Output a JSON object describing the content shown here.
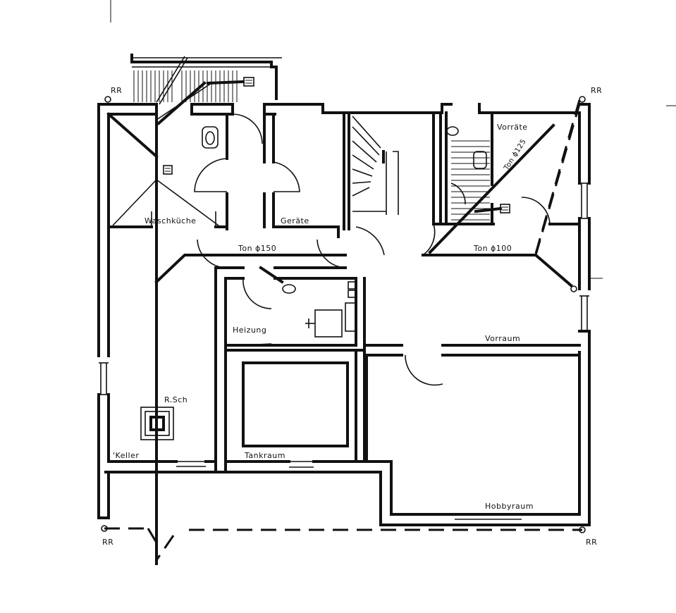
{
  "rooms": {
    "waschkueche": "Waschküche",
    "geraete": "Geräte",
    "vorraete": "Vorräte",
    "heizung": "Heizung",
    "vorraum": "Vorraum",
    "tankraum": "Tankraum",
    "keller": "'Keller",
    "hobbyraum": "Hobbyraum"
  },
  "pipes": {
    "ton_150": "Ton ϕ150",
    "ton_100": "Ton ϕ100",
    "ton_125": "Ton ϕ125"
  },
  "markers": {
    "rr_top_left": "RR",
    "rr_top_right": "RR",
    "rr_bottom_left": "RR",
    "rr_bottom_right": "RR",
    "r_sch": "R.Sch"
  }
}
